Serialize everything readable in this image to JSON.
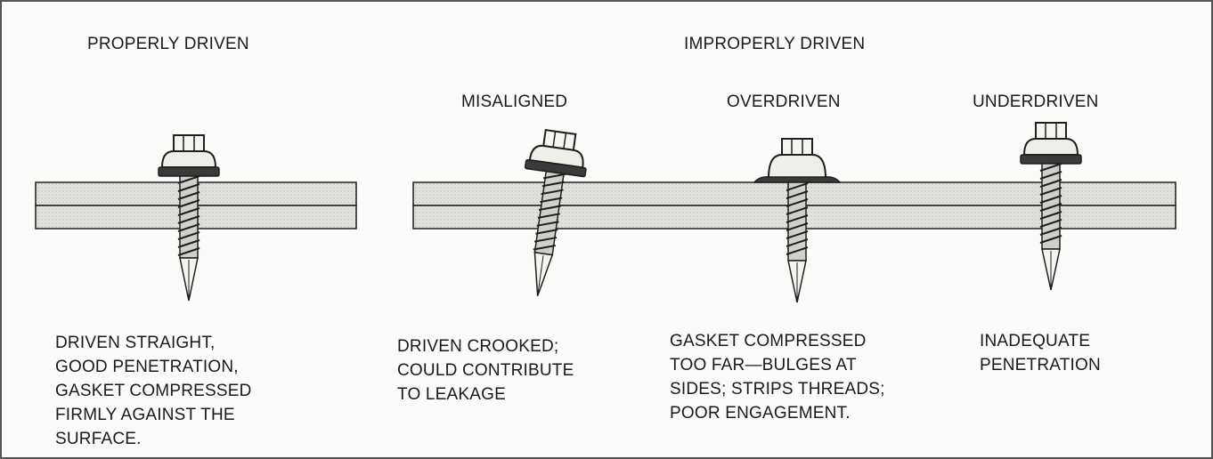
{
  "headings": {
    "properly": "PROPERLY DRIVEN",
    "improperly": "IMPROPERLY DRIVEN"
  },
  "cases": {
    "misaligned": "MISALIGNED",
    "overdriven": "OVERDRIVEN",
    "underdriven": "UNDERDRIVEN"
  },
  "descriptions": {
    "proper": [
      "DRIVEN STRAIGHT,",
      "GOOD PENETRATION,",
      "GASKET COMPRESSED",
      "FIRMLY AGAINST THE",
      "SURFACE."
    ],
    "misaligned": [
      "DRIVEN CROOKED;",
      "COULD CONTRIBUTE",
      "TO LEAKAGE"
    ],
    "overdriven": [
      "GASKET COMPRESSED",
      "TOO FAR—BULGES AT",
      "SIDES; STRIPS THREADS;",
      "POOR ENGAGEMENT."
    ],
    "underdriven": [
      "INADEQUATE",
      "PENETRATION"
    ]
  },
  "colors": {
    "ink": "#1f1f1f",
    "layer_fill": "#d9d9d4",
    "gasket_fill": "#efefea",
    "background": "#fbfbf9"
  }
}
